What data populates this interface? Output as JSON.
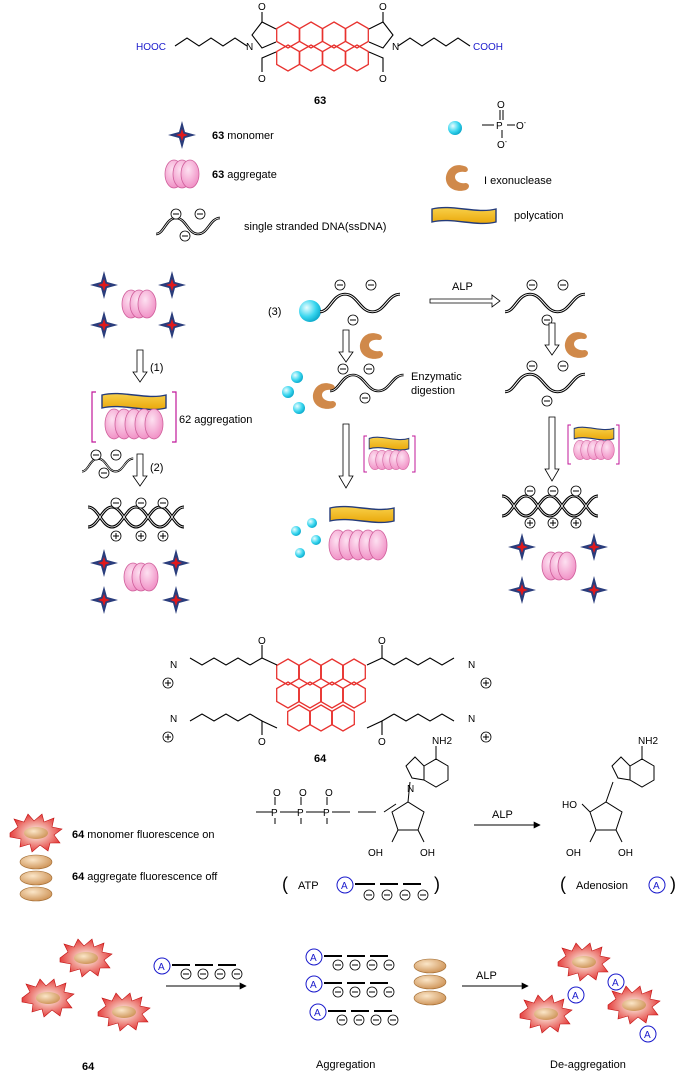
{
  "compound63": {
    "label": "63",
    "left_group": "HOOC",
    "right_group": "COOH",
    "oxygen": "O",
    "nitrogen": "N"
  },
  "legend": {
    "monomer_num": "63",
    "monomer_text": " monomer",
    "aggregate_num": "63",
    "aggregate_text": " aggregate",
    "ssdna": "single stranded DNA(ssDNA)",
    "phosphate_p": "P",
    "phosphate_o": "O",
    "phosphate_om": "O",
    "exonuclease": "I exonuclease",
    "polycation": "polycation"
  },
  "scheme1": {
    "step1": "(1)",
    "step2": "(2)",
    "step3": "(3)",
    "aggregation": "62 aggregation",
    "alp": "ALP",
    "enzymatic": "Enzymatic",
    "digestion": "digestion"
  },
  "compound64": {
    "label": "64",
    "nitrogen": "N",
    "oxygen": "O"
  },
  "legend2": {
    "monomer_num": "64",
    "monomer_text": " monomer fluorescence on",
    "aggregate_num": "64",
    "aggregate_text": " aggregate fluorescence off"
  },
  "atp": {
    "nh2": "NH2",
    "ho": "HO",
    "oh": "OH",
    "label": "ATP",
    "alp": "ALP",
    "adenosine": "Adenosion",
    "a": "A",
    "p": "P",
    "o": "O",
    "n": "N"
  },
  "bottom": {
    "label64": "64",
    "aggregation": "Aggregation",
    "alp": "ALP",
    "deaggregation": "De-aggregation",
    "a": "A"
  },
  "colors": {
    "perylene": "#e8322f",
    "acid": "#1a1acc",
    "cyan": "#39d6ef",
    "pink": "#f29acb",
    "star_red": "#e0191b",
    "star_navy": "#2a3d7c",
    "exonuclease": "#d0894a",
    "polycation": "#f3b91a",
    "bracket": "#c0189a",
    "oval": "#d8a068"
  }
}
